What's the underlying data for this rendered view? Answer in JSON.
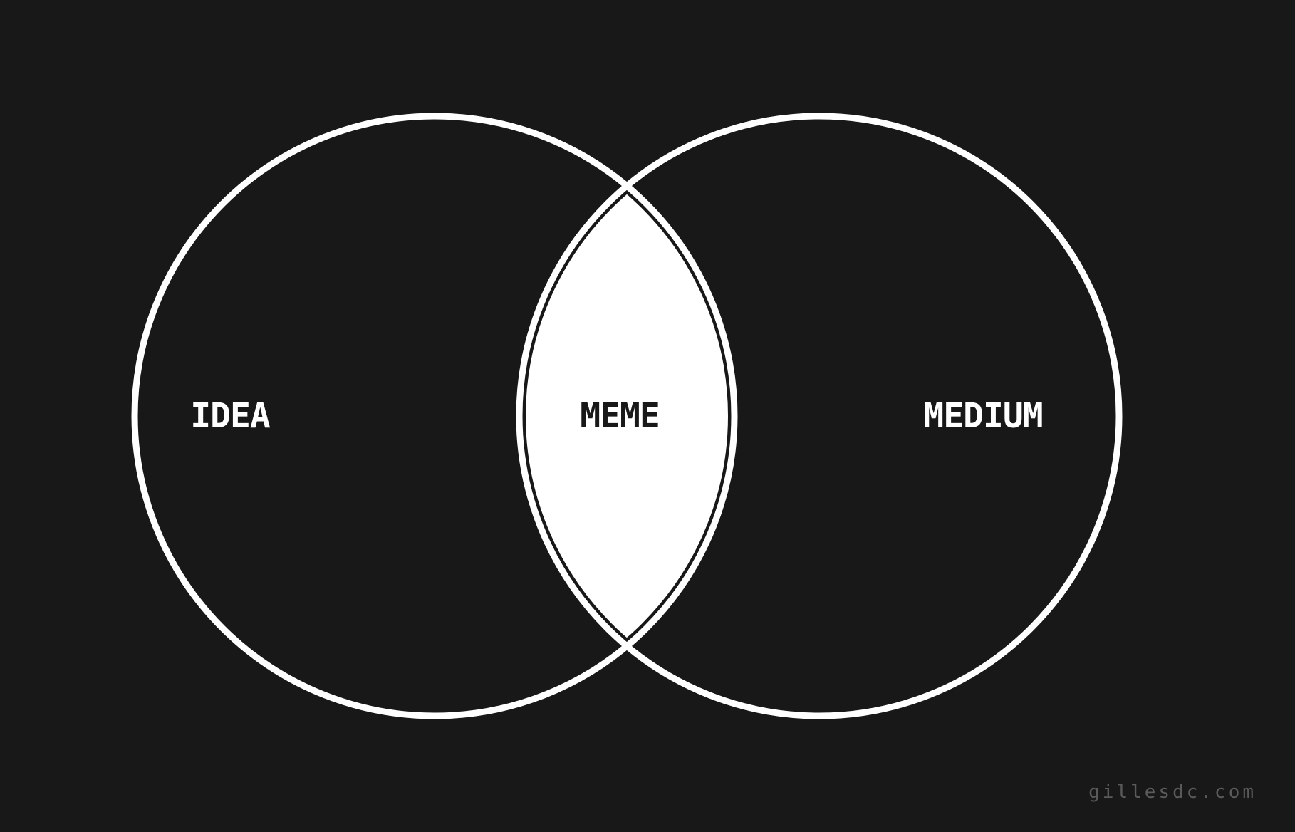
{
  "diagram": {
    "type": "venn",
    "sets": [
      {
        "label": "IDEA"
      },
      {
        "label": "MEDIUM"
      }
    ],
    "intersection": {
      "label": "MEME"
    }
  },
  "footer": {
    "watermark": "gillesdc.com"
  },
  "colors": {
    "background": "#181818",
    "foreground": "#ffffff",
    "intersection_text": "#181818",
    "watermark": "#5a5a5a"
  }
}
